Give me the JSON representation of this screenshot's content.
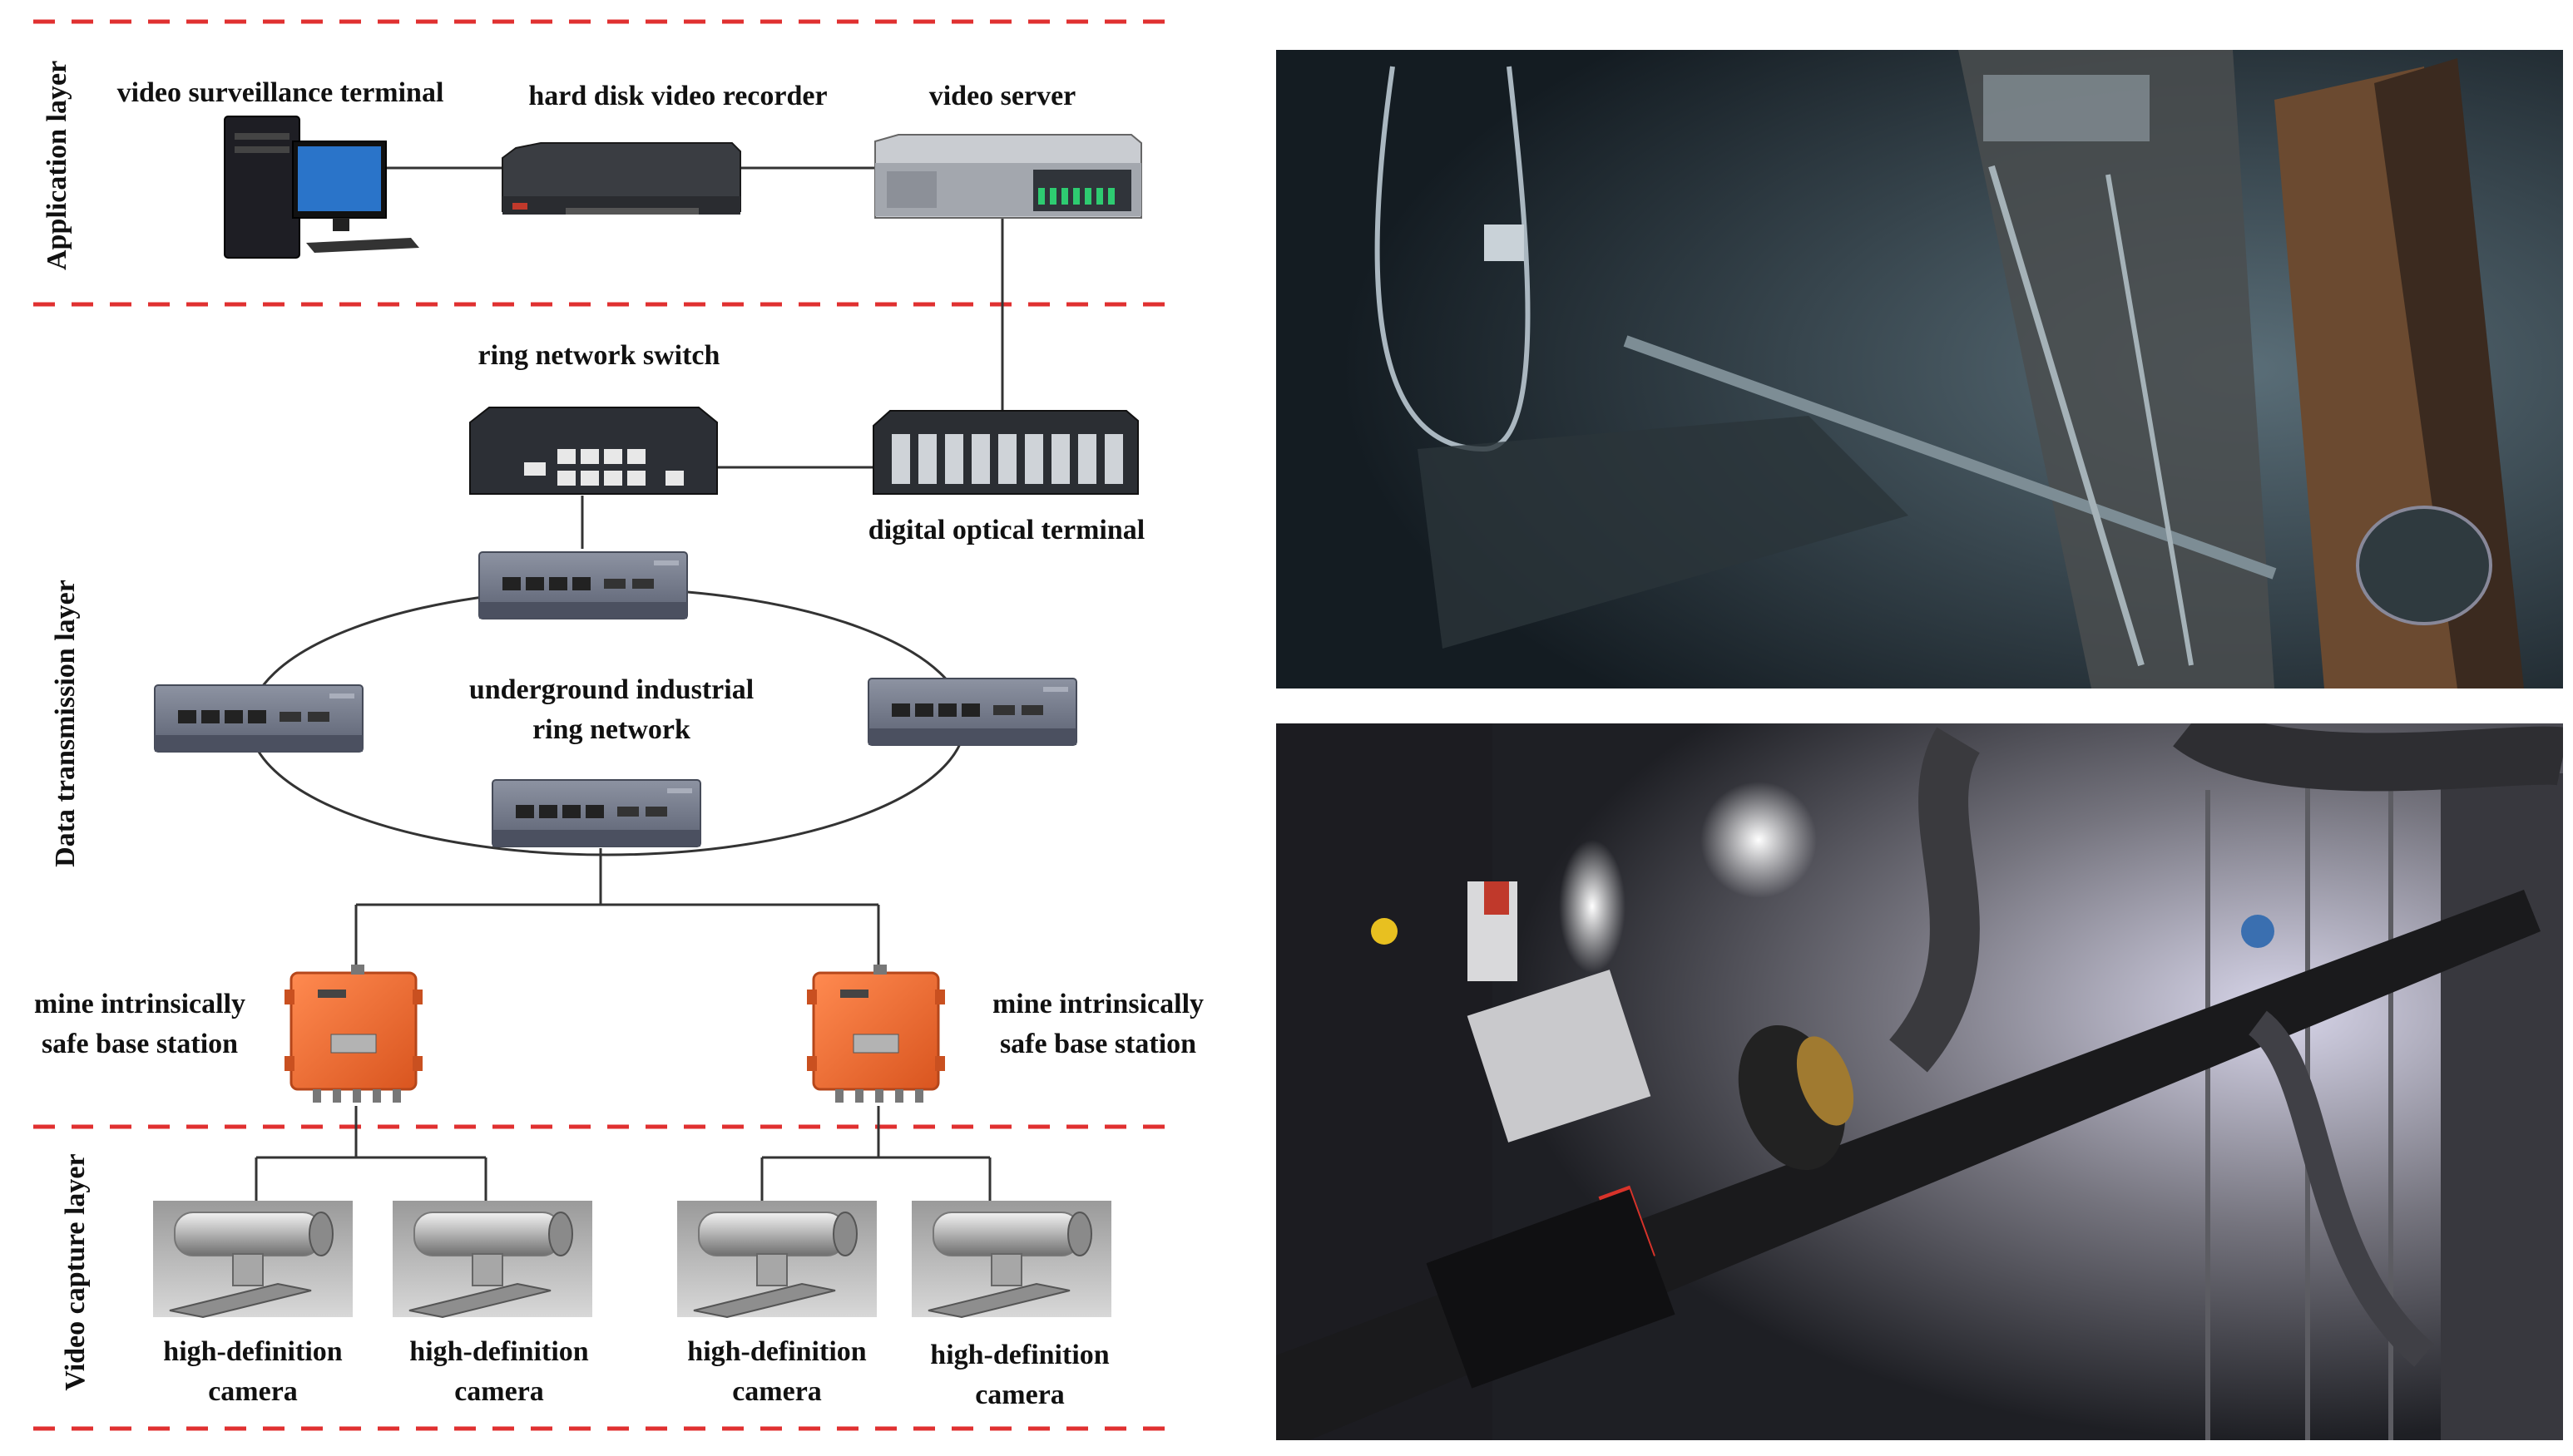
{
  "layers": {
    "application": "Application layer",
    "transmission": "Data transmission layer",
    "capture": "Video capture layer"
  },
  "devices": {
    "terminal": "video surveillance terminal",
    "recorder": "hard disk video recorder",
    "server": "video server",
    "ring_switch": "ring network switch",
    "optical": "digital optical terminal",
    "ring_network_line1": "underground industrial",
    "ring_network_line2": "ring network",
    "base_station_line1": "mine intrinsically",
    "base_station_line2": "safe base station",
    "camera_line1": "high-definition",
    "camera_line2": "camera"
  },
  "colors": {
    "divider": "#e03030",
    "station_orange": "#f07038",
    "switch_gray": "#6f7688",
    "rack_dark": "#2b2e33"
  }
}
